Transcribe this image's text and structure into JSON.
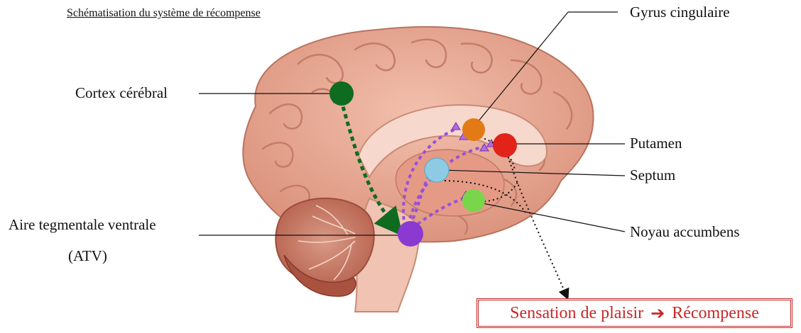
{
  "title": "Schématisation du système de récompense",
  "labels": {
    "cortex": "Cortex cérébral",
    "gyrus": "Gyrus cingulaire",
    "putamen": "Putamen",
    "septum": "Septum",
    "accumbens": "Noyau accumbens",
    "atv_line1": "Aire tegmentale ventrale",
    "atv_line2": "(ATV)"
  },
  "result": {
    "left": "Sensation de plaisir",
    "arrow": "➔",
    "right": "Récompense"
  },
  "colors": {
    "cortex": "#0f6b1f",
    "atv": "#8a3ad0",
    "gyrus": "#e37a16",
    "putamen": "#e2231a",
    "septum": "#8ccbe3",
    "accumbens": "#79d64a",
    "pathway": "#9a4fd8",
    "brain": "#e8a994",
    "box": "#c62828"
  }
}
